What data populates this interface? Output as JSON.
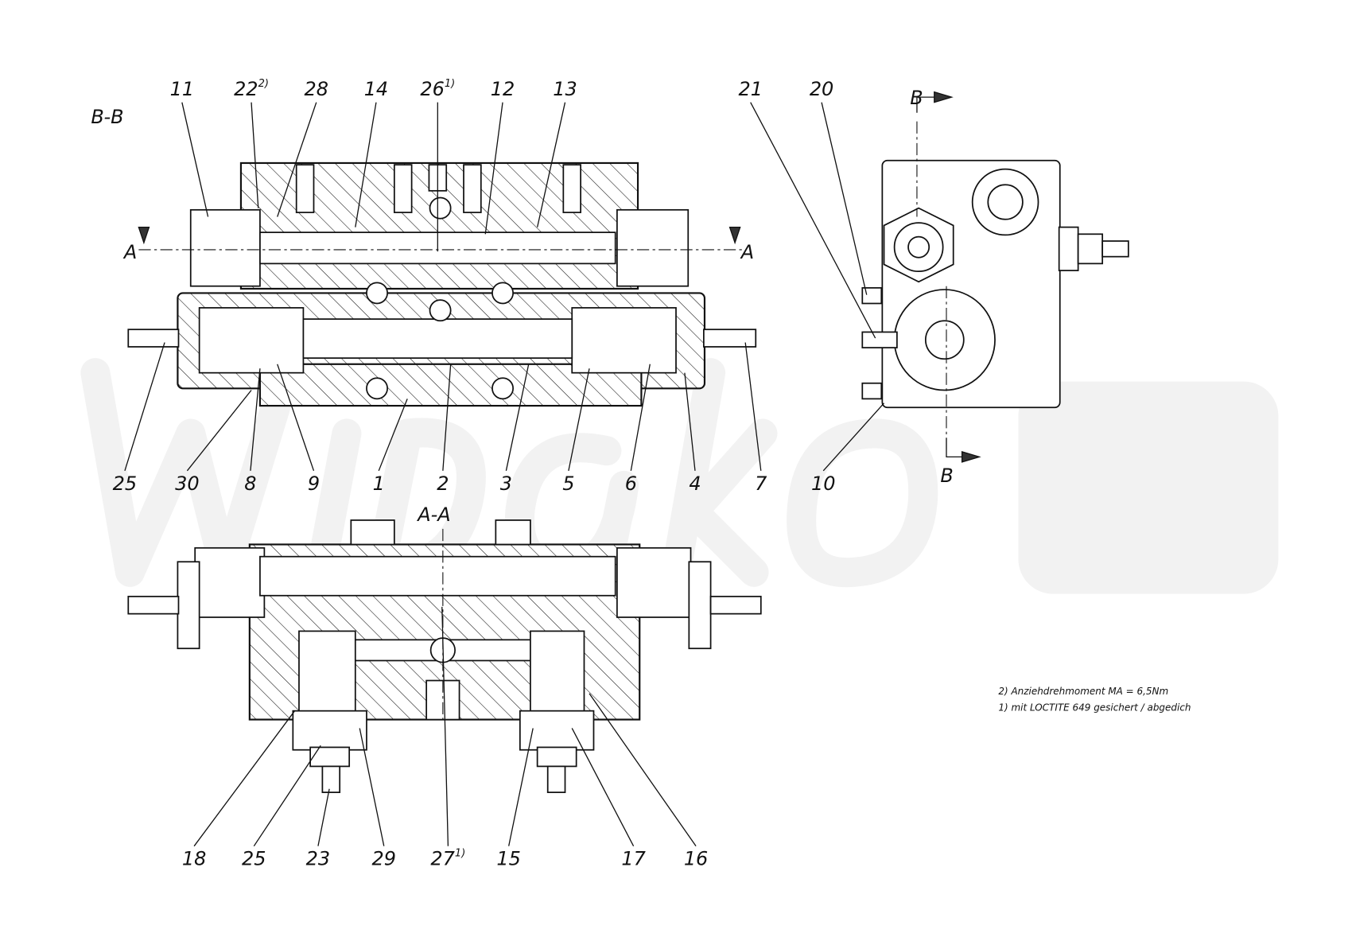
{
  "watermark": "wipako",
  "sections": {
    "bb_title": "B-B",
    "aa_title": "A-A",
    "cut_a_left": "A",
    "cut_a_right": "A",
    "cut_b_top": "B",
    "cut_b_bottom": "B"
  },
  "callouts": [
    {
      "num": "11",
      "sup": ""
    },
    {
      "num": "22",
      "sup": "2)"
    },
    {
      "num": "28",
      "sup": ""
    },
    {
      "num": "14",
      "sup": ""
    },
    {
      "num": "26",
      "sup": "1)"
    },
    {
      "num": "12",
      "sup": ""
    },
    {
      "num": "13",
      "sup": ""
    },
    {
      "num": "21",
      "sup": ""
    },
    {
      "num": "20",
      "sup": ""
    },
    {
      "num": "25",
      "sup": ""
    },
    {
      "num": "30",
      "sup": ""
    },
    {
      "num": "8",
      "sup": ""
    },
    {
      "num": "9",
      "sup": ""
    },
    {
      "num": "1",
      "sup": ""
    },
    {
      "num": "2",
      "sup": ""
    },
    {
      "num": "3",
      "sup": ""
    },
    {
      "num": "5",
      "sup": ""
    },
    {
      "num": "6",
      "sup": ""
    },
    {
      "num": "4",
      "sup": ""
    },
    {
      "num": "7",
      "sup": ""
    },
    {
      "num": "10",
      "sup": ""
    },
    {
      "num": "18",
      "sup": ""
    },
    {
      "num": "25",
      "sup": ""
    },
    {
      "num": "23",
      "sup": ""
    },
    {
      "num": "29",
      "sup": ""
    },
    {
      "num": "27",
      "sup": "1)"
    },
    {
      "num": "15",
      "sup": ""
    },
    {
      "num": "17",
      "sup": ""
    },
    {
      "num": "16",
      "sup": ""
    }
  ],
  "notes": [
    "2) Anziehdrehmoment  MA =  6,5Nm",
    "1) mit LOCTITE 649 gesichert / abgedich"
  ]
}
